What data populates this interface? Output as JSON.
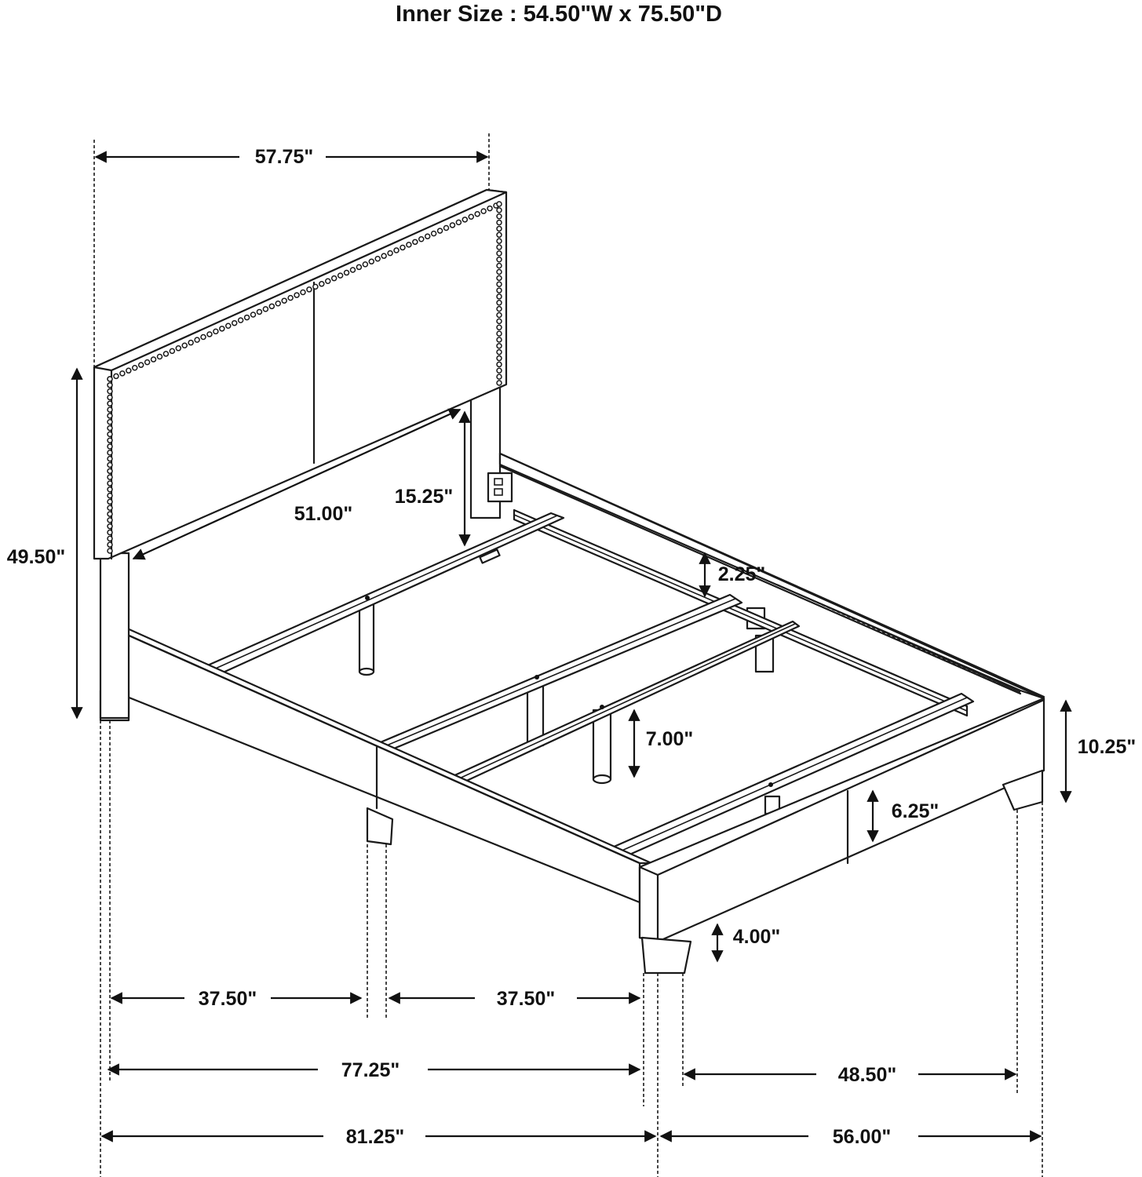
{
  "title": "Inner Size : 54.50\"W x 75.50\"D",
  "dimensions": {
    "headboard_width": "57.75\"",
    "total_height": "49.50\"",
    "headboard_panel_height": "15.25\"",
    "headboard_inner_width": "51.00\"",
    "slat_height": "2.25\"",
    "center_support_height": "7.00\"",
    "footboard_height": "10.25\"",
    "rail_height": "6.25\"",
    "leg_height": "4.00\"",
    "rail_segment_1": "37.50\"",
    "rail_segment_2": "37.50\"",
    "inner_length": "77.25\"",
    "leg_span_width": "48.50\"",
    "overall_length": "81.25\"",
    "overall_width": "56.00\""
  }
}
